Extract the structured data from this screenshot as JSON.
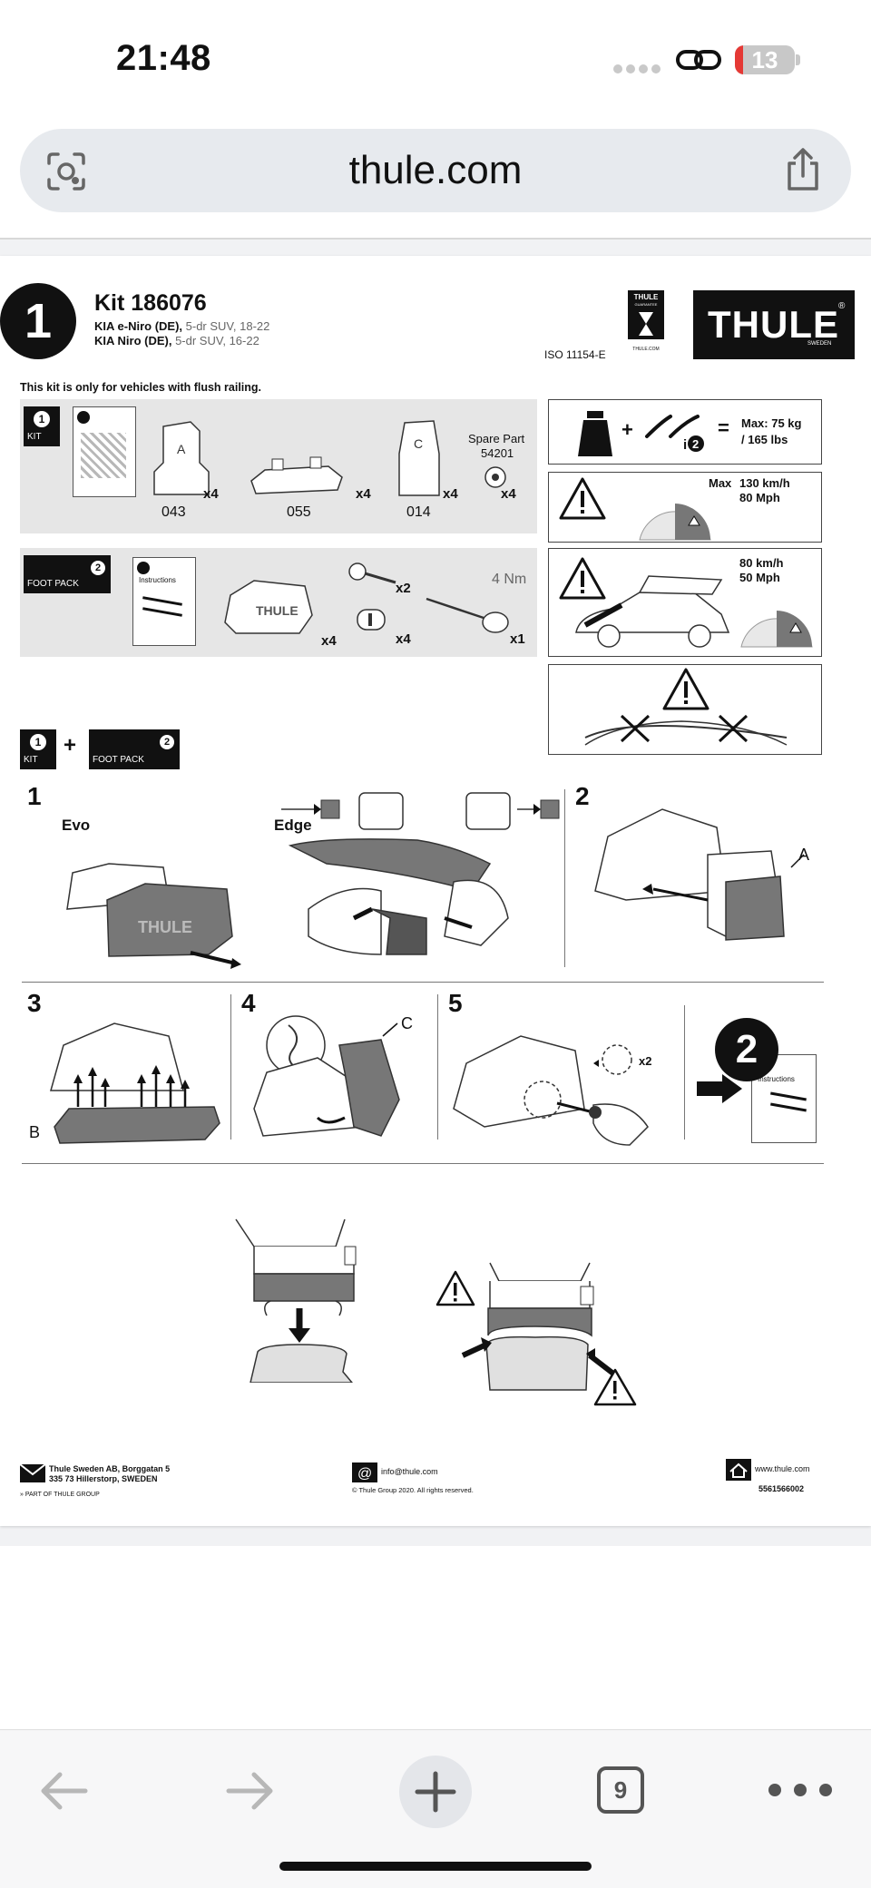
{
  "status_bar": {
    "time": "21:48",
    "battery": "13",
    "battery_level": 0.13
  },
  "browser": {
    "url": "thule.com",
    "tabs_count": "9"
  },
  "icons": {
    "lens": "camera-lens-icon",
    "share": "share-icon",
    "back": "back-arrow-icon",
    "forward": "forward-arrow-icon",
    "new_tab": "plus-icon",
    "tabs": "tabs-icon",
    "more": "more-icon",
    "link": "link-icon"
  },
  "document": {
    "step_badge": "1",
    "kit_title": "Kit 186076",
    "vehicle_1_bold": "KIA e-Niro (DE),",
    "vehicle_1_rest": " 5-dr SUV, 18-22",
    "vehicle_2_bold": "KIA Niro (DE),",
    "vehicle_2_rest": " 5-dr SUV, 16-22",
    "iso": "ISO 11154-E",
    "guarantee_top": "THULE",
    "guarantee_mid": "GUARANTEE",
    "guarantee_bottom": "THULE.COM",
    "logo_text": "THULE",
    "logo_reg": "®",
    "logo_sub": "SWEDEN",
    "flush_note": "This kit is only for vehicles with flush railing.",
    "kit_label": "KIT",
    "kit_num": "1",
    "parts": [
      {
        "code": "043",
        "qty": "x4",
        "mark": "A"
      },
      {
        "code": "055",
        "qty": "x4",
        "mark": ""
      },
      {
        "code": "014",
        "qty": "x4",
        "mark": "C"
      }
    ],
    "spare_part_label": "Spare Part",
    "spare_part_code": "54201",
    "spare_qty": "x4",
    "foot_pack_label": "FOOT PACK",
    "foot_pack_num": "2",
    "instructions_label": "Instructions",
    "foot_qty": "x4",
    "key_qty": "x2",
    "lock_qty": "x4",
    "tool_qty": "x1",
    "torque": "4 Nm",
    "load_max": "Max: 75 kg",
    "load_lbs": "/ 165 lbs",
    "speed_max_label": "Max",
    "speed_kmh": "130 km/h",
    "speed_mph": "80 Mph",
    "speed2_kmh": "80 km/h",
    "speed2_mph": "50 Mph",
    "plus": "+",
    "equals": "=",
    "step1": "1",
    "evo": "Evo",
    "edge": "Edge",
    "step2": "2",
    "mark_a": "A",
    "step3": "3",
    "mark_b": "B",
    "step4": "4",
    "mark_c": "C",
    "step5": "5",
    "x2": "x2",
    "next_badge": "2",
    "footer_address_1": "Thule Sweden AB, Borggatan 5",
    "footer_address_2": "335 73 Hillerstorp, SWEDEN",
    "footer_group": "PART OF THULE GROUP",
    "footer_email": "info@thule.com",
    "footer_copy": "© Thule Group 2020. All rights reserved.",
    "footer_web": "www.thule.com",
    "footer_code": "5561566002"
  }
}
